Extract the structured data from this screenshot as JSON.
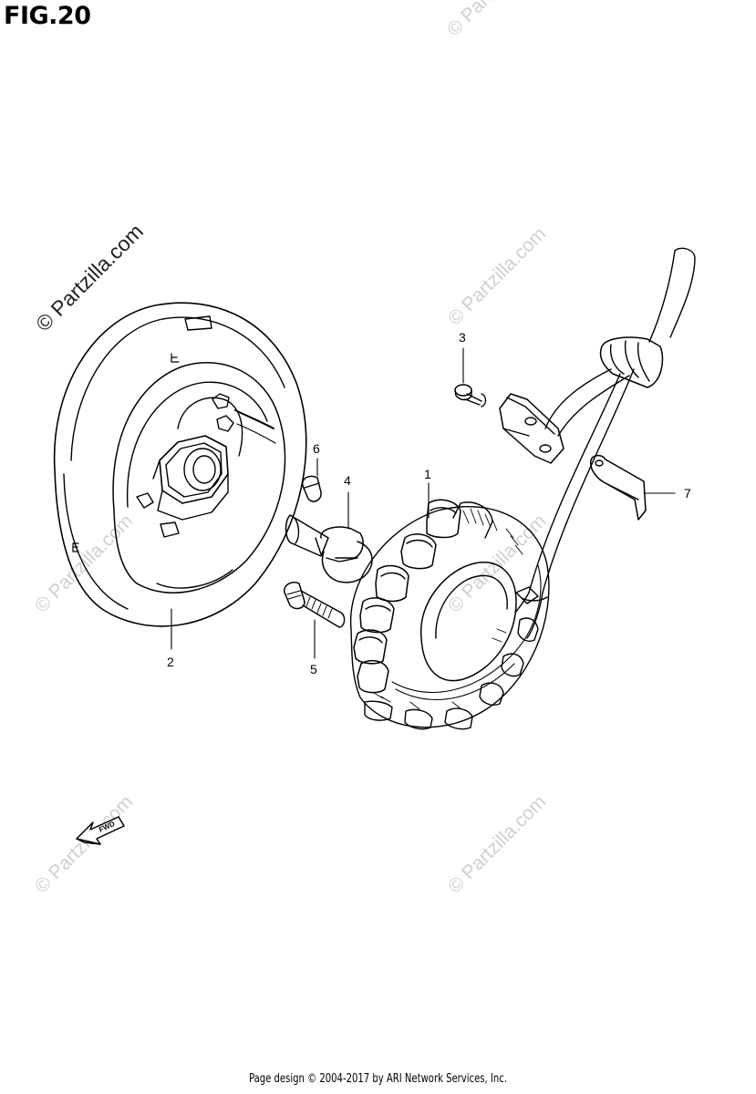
{
  "figure": {
    "title": "FIG.20"
  },
  "watermark": {
    "text": "© Partzilla.com"
  },
  "callouts": [
    {
      "number": "1",
      "part": "stator"
    },
    {
      "number": "2",
      "part": "rotor"
    },
    {
      "number": "3",
      "part": "screw"
    },
    {
      "number": "4",
      "part": "bolt"
    },
    {
      "number": "5",
      "part": "bolt"
    },
    {
      "number": "6",
      "part": "key"
    },
    {
      "number": "7",
      "part": "clamp"
    }
  ],
  "fwd_label": "FWD",
  "footer": {
    "text": "Page design © 2004-2017 by ARI Network Services, Inc."
  }
}
